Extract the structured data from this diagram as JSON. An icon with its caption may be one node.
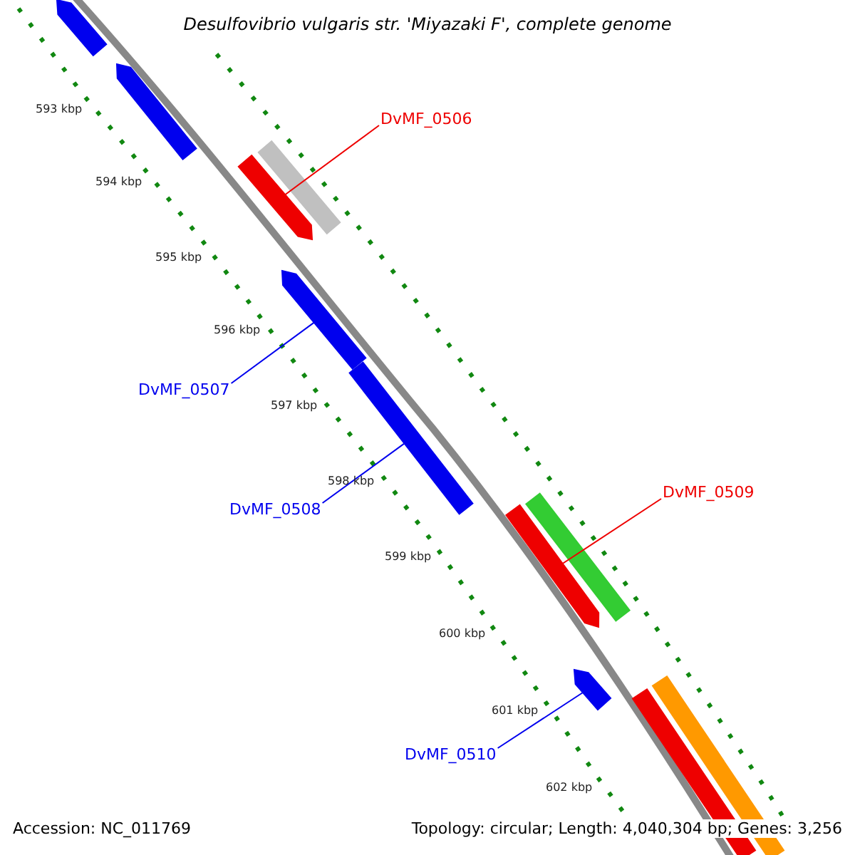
{
  "diagram": {
    "title": "Desulfovibrio vulgaris str. 'Miyazaki F', complete genome",
    "nodes": [
      {
        "text": [],
        "shape": "arrow"
      },
      {
        "text": [],
        "shape": "arrow"
      },
      {
        "text": [
          "DvMF_0506"
        ]
      },
      {
        "text": [],
        "shape": "bar"
      },
      {
        "text": [],
        "shape": "arrow"
      },
      {
        "text": [],
        "shape": "arrow"
      },
      {
        "text": [
          "DvMF_0507"
        ]
      },
      {
        "text": [],
        "shape": "bar"
      },
      {
        "text": [
          "DvMF_0508"
        ]
      },
      {
        "text": [
          "DvMF_0509"
        ]
      },
      {
        "text": [],
        "shape": "bar"
      },
      {
        "text": [],
        "shape": "arrow"
      },
      {
        "text": [],
        "shape": "arrow"
      },
      {
        "text": [
          "DvMF_0510"
        ]
      },
      {
        "text": [],
        "shape": "bar"
      },
      {
        "text": [],
        "shape": "bar"
      }
    ],
    "edges": [
      {
        "from": 2,
        "to": 4,
        "arrow": "none",
        "color": "#ee0000"
      },
      {
        "from": 6,
        "to": 5,
        "arrow": "none"
      },
      {
        "from": 8,
        "to": 7,
        "arrow": "none"
      },
      {
        "from": 9,
        "to": 11,
        "arrow": "none",
        "color": "#ee0000"
      },
      {
        "from": 13,
        "to": 12,
        "arrow": "none"
      }
    ],
    "labels": [
      "593 kbp",
      "594 kbp",
      "595 kbp",
      "596 kbp",
      "597 kbp",
      "598 kbp",
      "599 kbp",
      "600 kbp",
      "601 kbp",
      "602 kbp",
      "Accession: NC_011769",
      "Topology: circular; Length: 4,040,304 bp; Genes: 3,256"
    ]
  }
}
